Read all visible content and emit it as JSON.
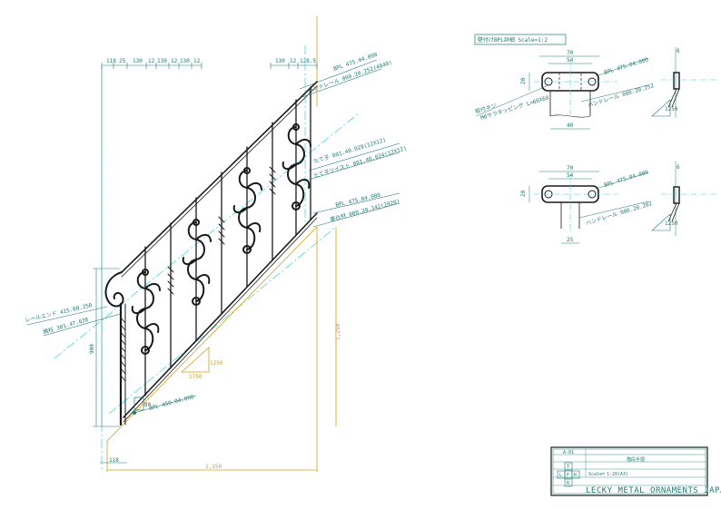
{
  "colors": {
    "iron": "#1a1a1a",
    "dimension": "#1f7a72",
    "centerline": "#2fd6d6",
    "yellow": "#d4a017"
  },
  "top_dims": {
    "left": [
      "118",
      "25",
      "130",
      "12",
      "130",
      "12",
      "130",
      "12"
    ],
    "right": [
      "130",
      "12",
      "128.5"
    ]
  },
  "leaders": {
    "top_bar": "BPL 475.04.000",
    "handrail": "ハンドレール 000.20.252(4040)",
    "twist1": "たて子 001.40.028(12X12)",
    "twist2": "たて子ツイスト 001.40.024(12X12)",
    "bottom_bar": "BPL 475.04.000",
    "base_rail": "基台材 000.20.342(2020)",
    "end_scroll": "レールエンド 415.00.250",
    "newel": "親柱 301.47.028",
    "base_plate": "BPL 450.04.000"
  },
  "side_dims": {
    "height": "900",
    "rise": "1,250",
    "bottom_left": "118",
    "run": "1,250",
    "triangle_a": "1250",
    "triangle_b": "1750"
  },
  "detail": {
    "title": "壁付けBPL詳細  Scale=1:2",
    "top_view": {
      "width": "70",
      "inner": "54",
      "height": "20",
      "bottom": "40",
      "part": "BPL 475.04.000",
      "handrail": "ハンドレール 000.20.252",
      "fix_label": "取付ネジ",
      "fix_spec": "M6サラタッピング L=60X60"
    },
    "bottom_view": {
      "width": "70",
      "inner": "54",
      "height": "20",
      "bottom": "25",
      "part": "BPL 475.04.000",
      "handrail": "ハンドレール 000.20.282"
    },
    "side_dim_a": "6",
    "side_dim_b": "1250",
    "side_dim_c": "6",
    "side_dim_d": "1250"
  },
  "title_block": {
    "drawing_no": "A-01",
    "title": "階段手摺",
    "scale_label": "Scale=",
    "scale": "1:20(A3)",
    "letters": [
      "T",
      "L",
      "F",
      "R",
      "R"
    ],
    "company": "LECKY METAL ORNAMENTS JAPAN"
  }
}
